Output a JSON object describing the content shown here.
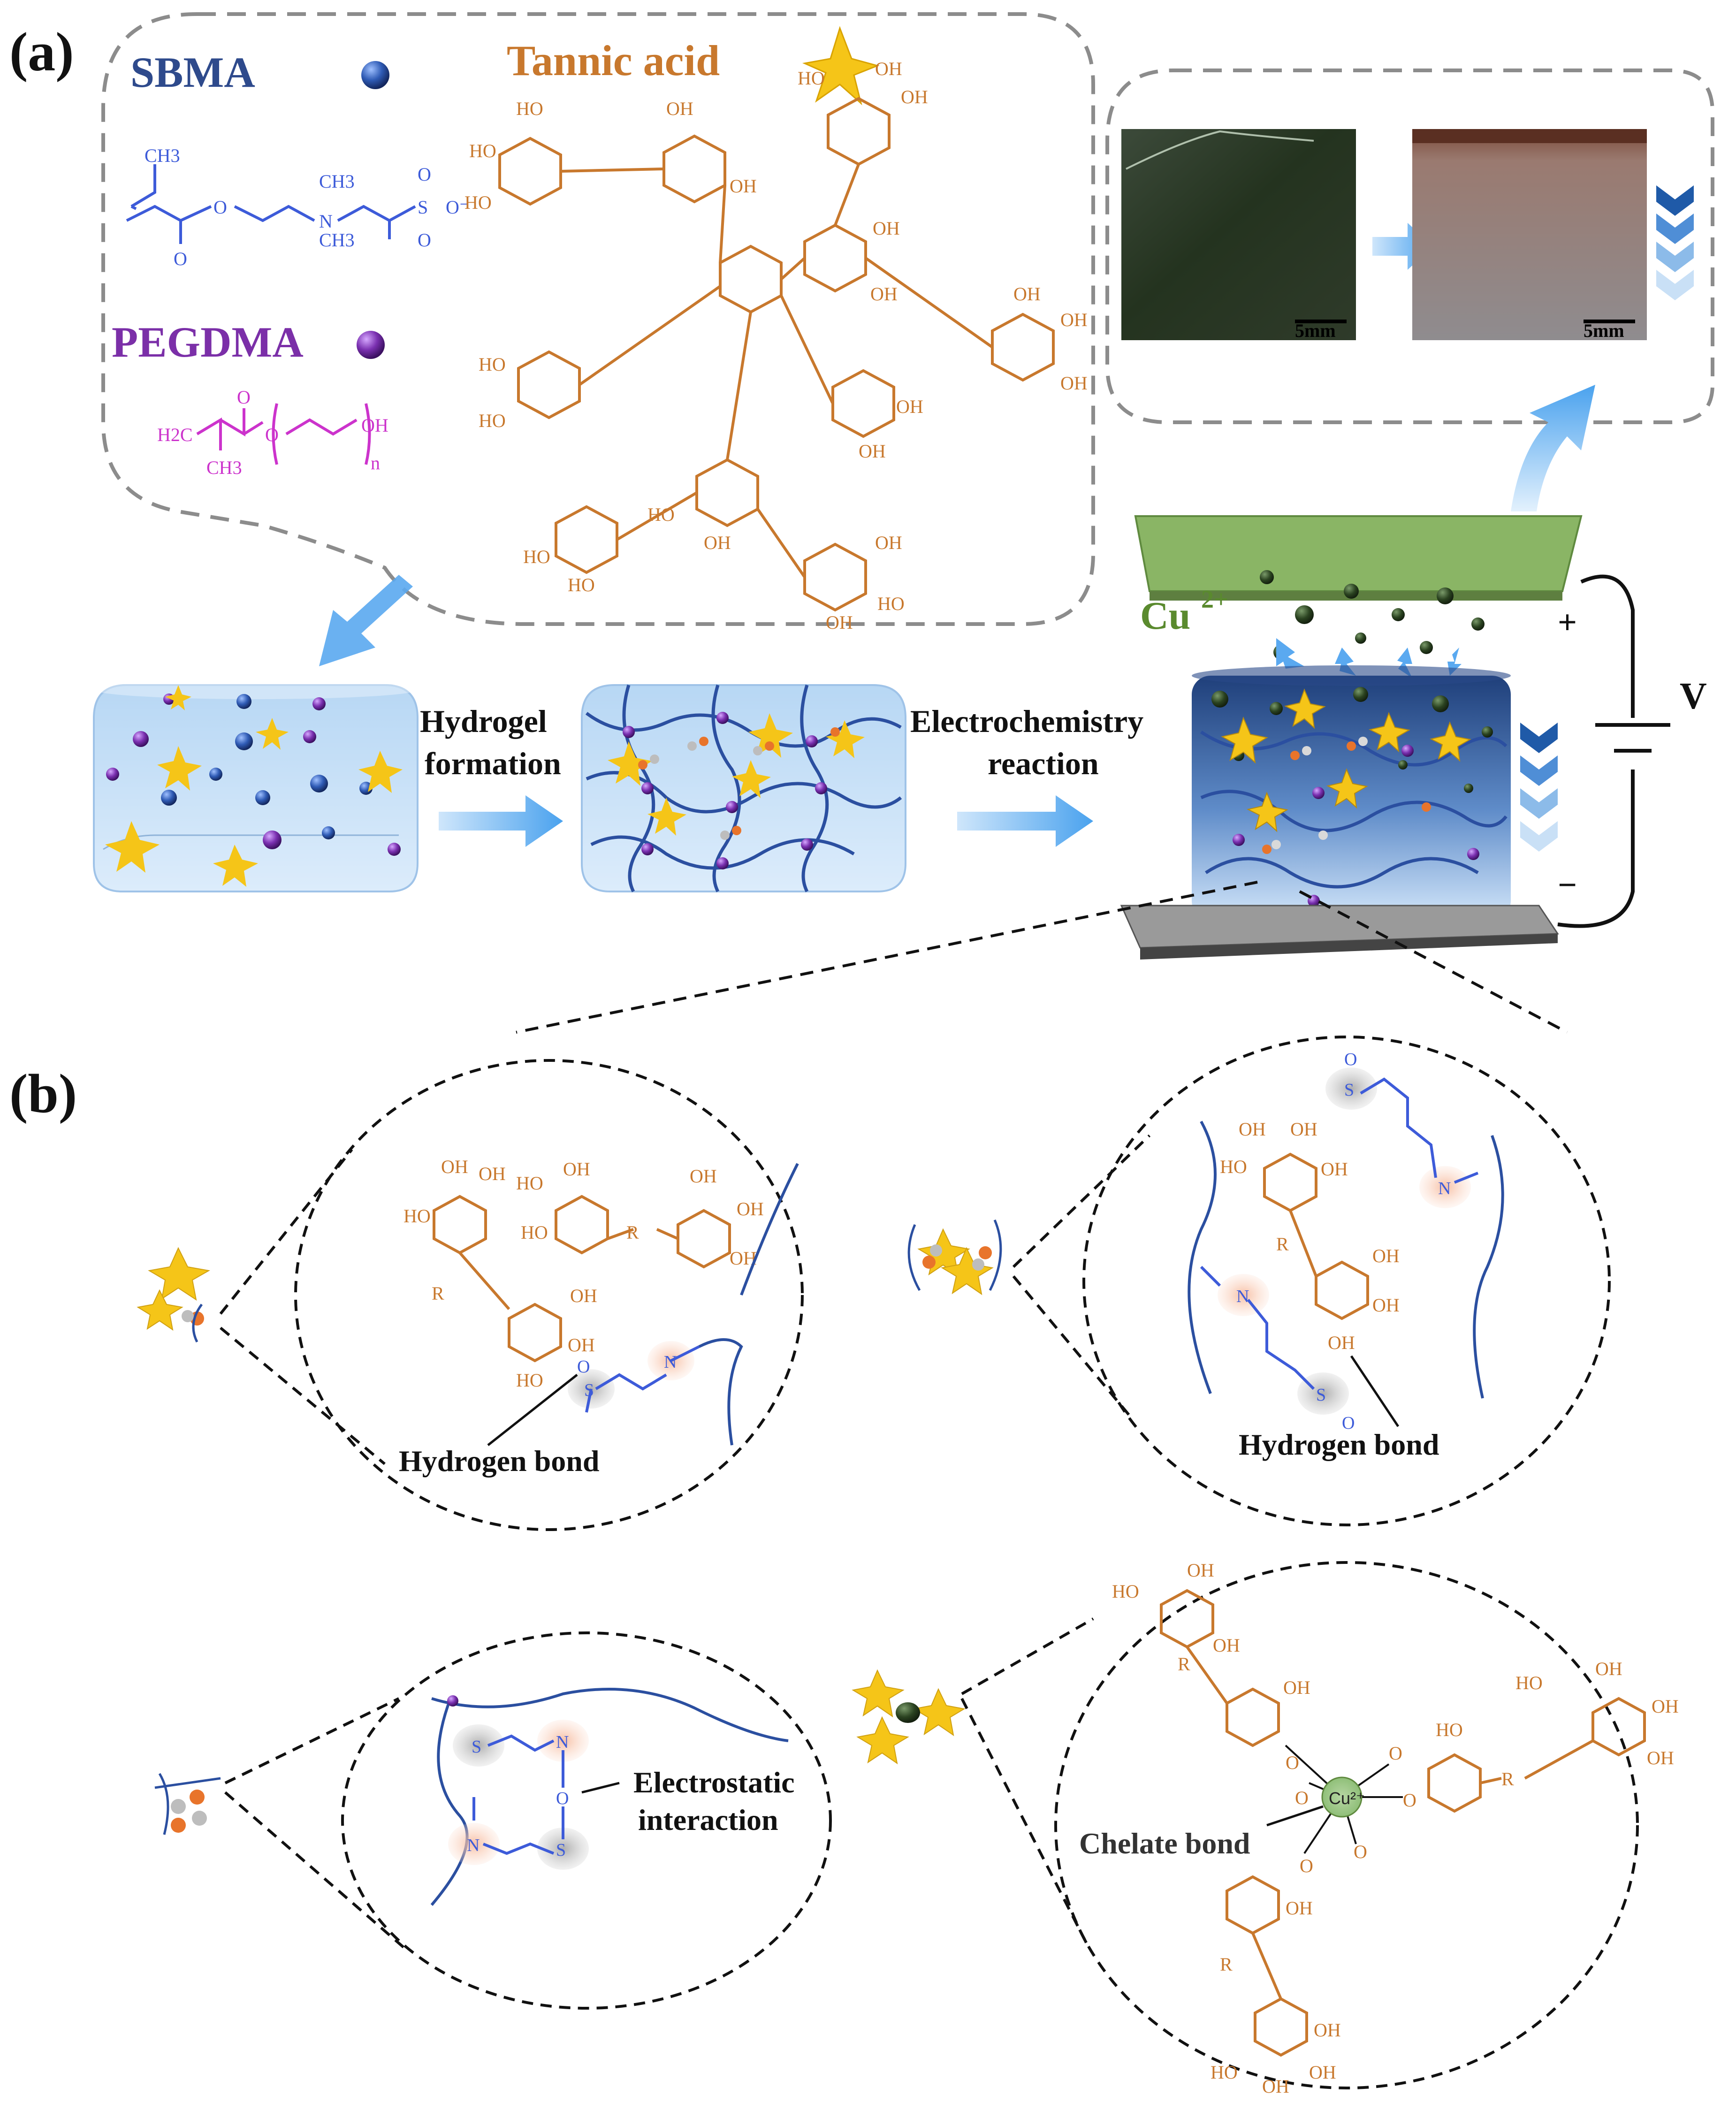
{
  "panel_labels": {
    "a": "(a)",
    "b": "(b)"
  },
  "reagents": {
    "sbma": "SBMA",
    "pegdma": "PEGDMA",
    "tannic_acid": "Tannic acid"
  },
  "steps": {
    "hydrogel_formation_1": "Hydrogel",
    "hydrogel_formation_2": "formation",
    "electrochem_1": "Electrochemistry",
    "electrochem_2": "reaction"
  },
  "electrode": {
    "ion": "Cu",
    "ion_charge": "2+",
    "plus": "+",
    "minus": "−",
    "voltage": "V"
  },
  "photos": {
    "scale_left": "5mm",
    "scale_right": "5mm"
  },
  "interactions": {
    "hbond_left": "Hydrogen bond",
    "hbond_right": "Hydrogen bond",
    "electrostatic_1": "Electrostatic",
    "electrostatic_2": "interaction",
    "chelate": "Chelate bond"
  },
  "chem_labels": {
    "oh": "OH",
    "ho": "HO",
    "o": "O",
    "r": "R",
    "n": "N",
    "s": "S",
    "ch3": "CH3",
    "h2c": "H2C",
    "n_sub": "n",
    "o_minus": "O⁻",
    "cu2": "Cu²⁺"
  },
  "colors": {
    "sbma": "#2E4A8C",
    "pegdma": "#7B2FA8",
    "tannic": "#C8782D",
    "sbma_struct": "#3D5BD9",
    "pegdma_struct": "#CC33CC",
    "copper_plate": "#7FA65A",
    "cu_text": "#5A8A2E",
    "arrow": "#5AA9F0",
    "chain": "#2B4FA0"
  }
}
